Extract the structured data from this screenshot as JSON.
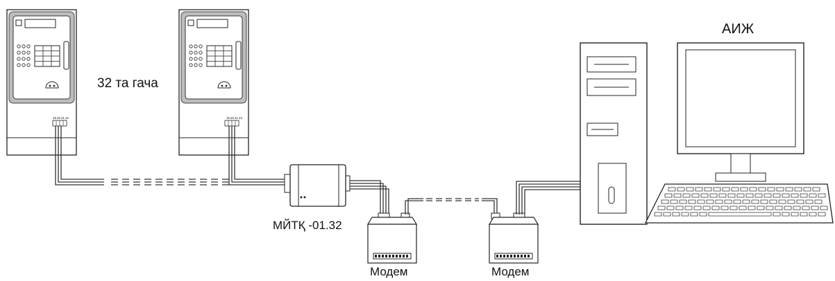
{
  "diagram": {
    "meters": [
      {
        "terminal_labels": [
          "19",
          "20",
          "21",
          "22"
        ]
      },
      {
        "terminal_labels": [
          "19",
          "20",
          "21",
          "22"
        ]
      }
    ],
    "meter_count_label": "32 та гача",
    "converter_label": "МЙТҚ -01.32",
    "modems": [
      {
        "label": "Модем"
      },
      {
        "label": "Модем"
      }
    ],
    "computer_label": "АИЖ"
  }
}
